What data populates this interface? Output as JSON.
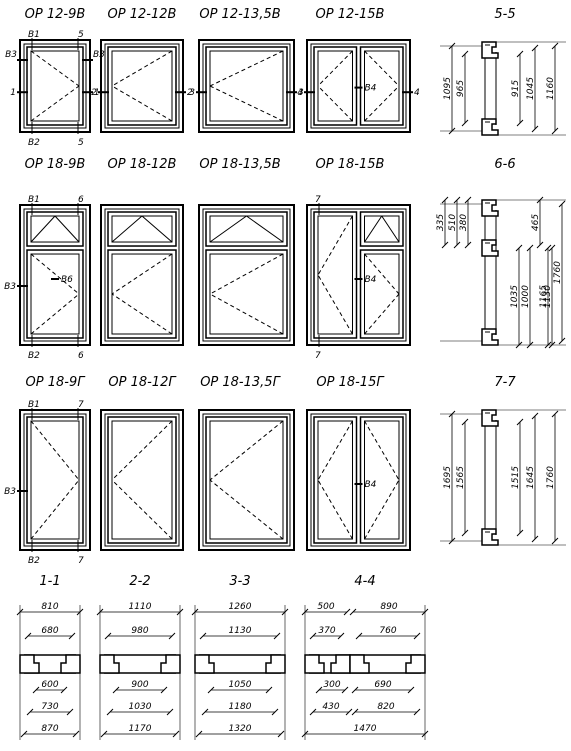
{
  "windows": [
    {
      "title": "ОР 12-9В",
      "marks": {
        "tl": "В1",
        "tr": "5",
        "bl": "В2",
        "br": "5",
        "l": "1",
        "r": "1",
        "lt": "В3",
        "rt": "В3"
      }
    },
    {
      "title": "ОР 12-12В",
      "marks": {
        "l": "2",
        "r": "2"
      }
    },
    {
      "title": "ОР 12-13,5В",
      "marks": {
        "l": "3",
        "r": "3"
      }
    },
    {
      "title": "ОР 12-15В",
      "marks": {
        "l": "4",
        "r": "4",
        "c": "В4"
      }
    },
    {
      "title": "ОР 18-9В",
      "marks": {
        "tl": "В1",
        "tr": "6",
        "bl": "В2",
        "br": "6",
        "l": "В3",
        "c": "В6"
      }
    },
    {
      "title": "ОР 18-12В",
      "marks": {}
    },
    {
      "title": "ОР 18-13,5В",
      "marks": {}
    },
    {
      "title": "ОР 18-15В",
      "marks": {
        "tl": "7",
        "bl": "7",
        "c": "В4"
      }
    },
    {
      "title": "ОР 18-9Г",
      "marks": {
        "tl": "В1",
        "tr": "7",
        "bl": "В2",
        "br": "7",
        "l": "В3"
      }
    },
    {
      "title": "ОР 18-12Г",
      "marks": {}
    },
    {
      "title": "ОР 18-13,5Г",
      "marks": {}
    },
    {
      "title": "ОР 18-15Г",
      "marks": {
        "c": "В4"
      }
    }
  ],
  "vsections": [
    {
      "title": "5-5",
      "dims": [
        "1095",
        "965",
        "915",
        "1045",
        "1160"
      ]
    },
    {
      "title": "6-6",
      "dims": [
        "335",
        "510",
        "380",
        "465",
        "1165",
        "1035",
        "1000",
        "1130",
        "1760"
      ]
    },
    {
      "title": "7-7",
      "dims": [
        "1695",
        "1565",
        "1515",
        "1645",
        "1760"
      ]
    }
  ],
  "hsections": [
    {
      "title": "1-1",
      "top": [
        "810",
        "680"
      ],
      "bottom": [
        "600",
        "730",
        "870"
      ]
    },
    {
      "title": "2-2",
      "top": [
        "1110",
        "980"
      ],
      "bottom": [
        "900",
        "1030",
        "1170"
      ]
    },
    {
      "title": "3-3",
      "top": [
        "1260",
        "1130"
      ],
      "bottom": [
        "1050",
        "1180",
        "1320"
      ]
    },
    {
      "title": "4-4",
      "top": [
        "500",
        "890",
        "370",
        "760"
      ],
      "bottom": [
        "300",
        "690",
        "430",
        "820",
        "1470"
      ]
    }
  ]
}
